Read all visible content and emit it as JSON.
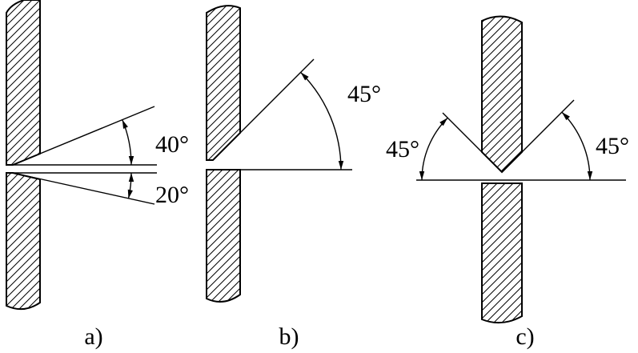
{
  "figure": {
    "background": "#ffffff",
    "line_color": "#000000",
    "panels": {
      "a": {
        "caption": "a)",
        "upper_angle_label": "40°",
        "lower_angle_label": "20°"
      },
      "b": {
        "caption": "b)",
        "angle_label": "45°"
      },
      "c": {
        "caption": "c)",
        "left_angle_label": "45°",
        "right_angle_label": "45°"
      }
    }
  }
}
